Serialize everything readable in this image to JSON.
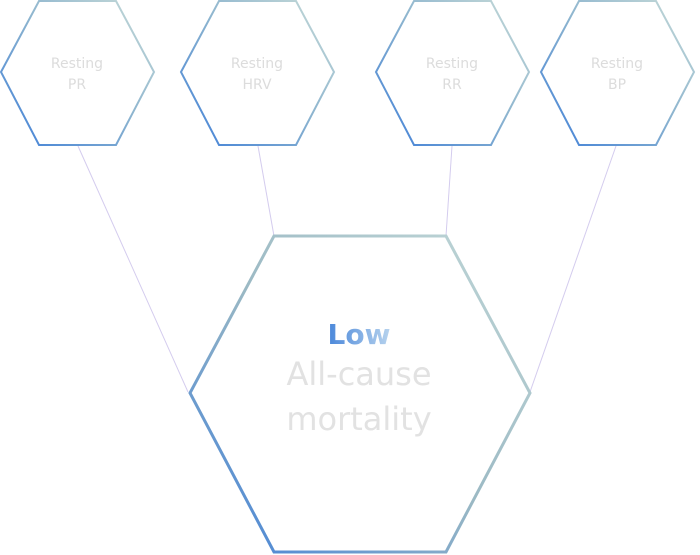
{
  "colors": {
    "hex_blue": "#3f7fd8",
    "hex_teal": "#b9d3d6",
    "connector": "#cfc9ec",
    "label_gray": "#dcdcdc",
    "accent": "#8ab4e8"
  },
  "inputs": [
    {
      "line1": "Resting",
      "line2": "PR"
    },
    {
      "line1": "Resting",
      "line2": "HRV"
    },
    {
      "line1": "Resting",
      "line2": "RR"
    },
    {
      "line1": "Resting",
      "line2": "BP"
    }
  ],
  "outcome": {
    "accent": "Low",
    "line1": "All-cause",
    "line2": "mortality"
  }
}
